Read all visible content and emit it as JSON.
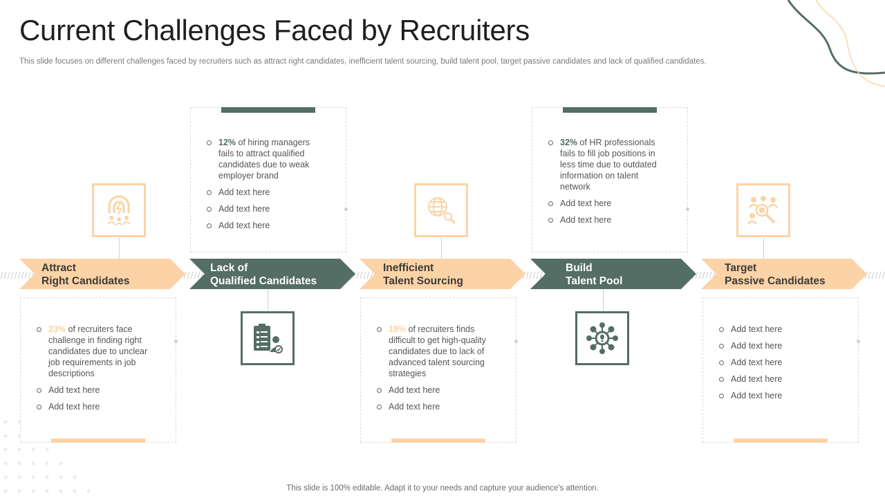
{
  "title": "Current Challenges Faced by Recruiters",
  "subtitle": "This slide focuses on different challenges faced by recruiters such as attract right candidates, inefficient talent sourcing, build talent pool, target passive candidates and lack of qualified candidates.",
  "footer": "This slide is 100% editable. Adapt it to your needs and capture your audience's attention.",
  "colors": {
    "accent_light": "#fcd3a6",
    "accent_dark": "#546d65"
  },
  "steps": [
    {
      "line1": "Attract",
      "line2": "Right Candidates",
      "icon": "magnet-people-icon"
    },
    {
      "line1": "Lack of",
      "line2": "Qualified Candidates",
      "icon": "checklist-person-icon"
    },
    {
      "line1": "Inefficient",
      "line2": "Talent Sourcing",
      "icon": "globe-search-icon"
    },
    {
      "line1": "Build",
      "line2": "Talent Pool",
      "icon": "network-idea-icon"
    },
    {
      "line1": "Target",
      "line2": "Passive Candidates",
      "icon": "target-people-icon"
    }
  ],
  "boxes": {
    "attract": {
      "pct": "23%",
      "text": "of recruiters face challenge in finding right candidates due to unclear job requirements in job descriptions",
      "items": [
        "Add text here",
        "Add text here"
      ]
    },
    "lack": {
      "pct": "12%",
      "text": "of hiring managers fails to attract qualified candidates due to weak employer brand",
      "items": [
        "Add text here",
        "Add text here",
        "Add text here"
      ]
    },
    "sourcing": {
      "pct": "18%",
      "text": "of recruiters finds difficult to get high-quality candidates due to lack of advanced talent sourcing strategies",
      "items": [
        "Add text here",
        "Add text here"
      ]
    },
    "pool": {
      "pct": "32%",
      "text": "of HR professionals fails to fill job positions in less time due to outdated information on talent network",
      "items": [
        "Add text here",
        "Add text here"
      ]
    },
    "passive": {
      "items": [
        "Add text here",
        "Add text here",
        "Add text here",
        "Add text here",
        "Add text here"
      ]
    }
  }
}
